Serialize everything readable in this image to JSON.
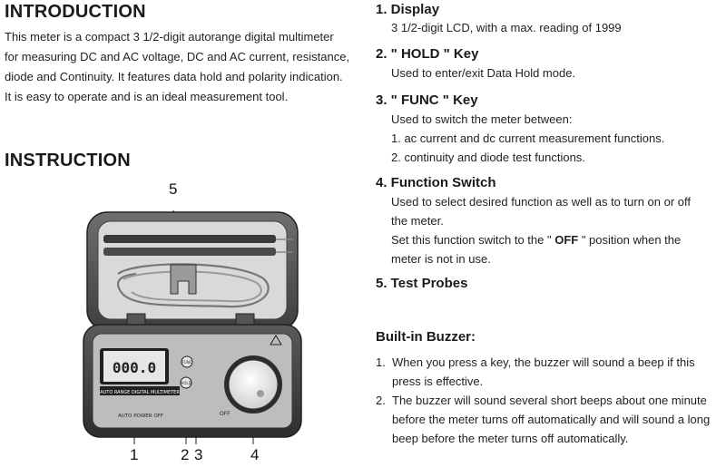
{
  "intro": {
    "heading": "INTRODUCTION",
    "lines": [
      "This meter is a compact 3 1/2-digit autorange digital multimeter",
      "for measuring DC and AC voltage, DC and AC current, resistance,",
      "diode and Continuity. It features data hold and polarity indication.",
      "It is easy to operate and is an ideal measurement tool."
    ]
  },
  "instruction": {
    "heading": "INSTRUCTION"
  },
  "figure": {
    "callouts": [
      "5",
      "1",
      "2",
      "3",
      "4"
    ],
    "device_labels": {
      "lcd_digits": "000.0",
      "banner": "AUTO RANGE DIGITAL MULTIMETER",
      "func_button": "FUNC",
      "hold_button": "HOLD",
      "auto_power_off": "AUTO POWER OFF",
      "off_label": "OFF"
    }
  },
  "features": [
    {
      "title": "1.  Display",
      "lines": [
        "3 1/2-digit LCD, with a max. reading of 1999"
      ]
    },
    {
      "title": "2.  \" HOLD \" Key",
      "lines": [
        "Used to enter/exit Data Hold mode."
      ]
    },
    {
      "title": "3.  \" FUNC \" Key",
      "lines": [
        "Used to switch the meter between:",
        "1.  ac current and dc current measurement functions.",
        "2.  continuity and diode test functions."
      ]
    },
    {
      "title": "4.  Function Switch",
      "lines": [
        "Used to select desired function as well as to turn on or off",
        "the meter."
      ],
      "off_line": {
        "before": "Set this function switch to the \" ",
        "bold": "OFF",
        "after": " \" position when the"
      },
      "tail": "meter is not in use."
    },
    {
      "title": "5.  Test Probes",
      "lines": []
    }
  ],
  "buzzer": {
    "heading": "Built-in Buzzer:",
    "items": [
      {
        "num": "1.",
        "lines": [
          "When you press a key, the buzzer will sound a beep if this",
          "press is effective."
        ]
      },
      {
        "num": "2.",
        "lines": [
          "The buzzer will sound several short beeps about one minute",
          "before the meter turns off automatically and will sound a long",
          "beep before the meter turns off automatically."
        ]
      }
    ]
  }
}
